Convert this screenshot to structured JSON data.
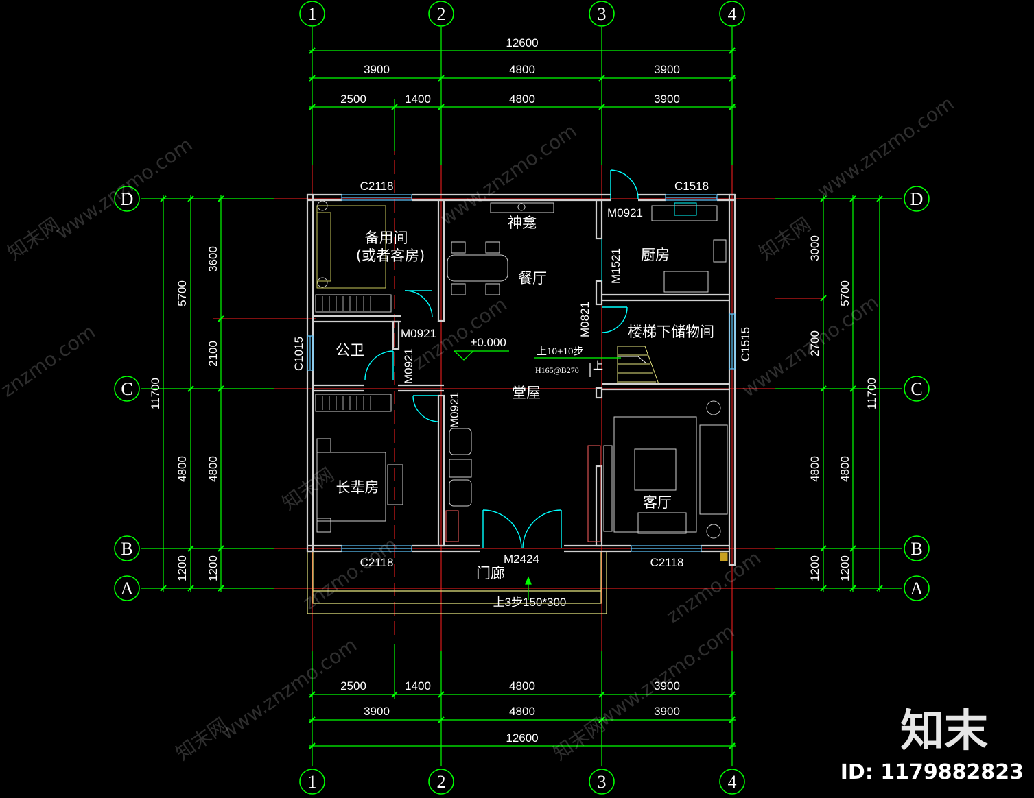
{
  "grid": {
    "columns": [
      "1",
      "2",
      "3",
      "4"
    ],
    "rows": [
      "D",
      "C",
      "B",
      "A"
    ]
  },
  "dimensions": {
    "top_total": "12600",
    "top_mid": [
      "3900",
      "4800",
      "3900"
    ],
    "top_detail": [
      "2500",
      "1400",
      "4800",
      "3900"
    ],
    "bottom_detail": [
      "2500",
      "1400",
      "4800",
      "3900"
    ],
    "bottom_mid": [
      "3900",
      "4800",
      "3900"
    ],
    "bottom_total": "12600",
    "left_outer": [
      "5700",
      "11700",
      "4800",
      "1200"
    ],
    "left_inner": [
      "3600",
      "2100",
      "4800",
      "1200"
    ],
    "right_inner": [
      "3000",
      "2700",
      "4800",
      "1200"
    ],
    "right_outer": [
      "5700",
      "11700",
      "4800",
      "1200"
    ]
  },
  "openings": {
    "c2118_top": "C2118",
    "c1518": "C1518",
    "m0921_kitchen": "M0921",
    "m1521": "M1521",
    "m0821": "M0821",
    "m0921_hall": "M0921",
    "m0921_wc": "M0921",
    "m0921_elder": "M0921",
    "c1015": "C1015",
    "c1515": "C1515",
    "c2118_bl": "C2118",
    "m2424": "M2424",
    "c2118_br": "C2118"
  },
  "rooms": {
    "spare_1": "备用间",
    "spare_2": "(或者客房)",
    "shrine": "神龛",
    "dining": "餐厅",
    "kitchen": "厨房",
    "stair_storage": "楼梯下储物间",
    "wc": "公卫",
    "hall": "堂屋",
    "elder": "长辈房",
    "living": "客厅",
    "porch": "门廊"
  },
  "annotations": {
    "elevation": "±0.000",
    "stair_steps": "上10+10步",
    "stair_size": "H165@B270",
    "stair_up": "上",
    "porch_steps": "上3步150*300"
  },
  "watermark": {
    "site": "znzmo.com",
    "site_long": "www.znzmo.com",
    "cn": "知末网",
    "brand": "知末",
    "id": "ID: 1179882823"
  },
  "colors": {
    "background": "#000000",
    "dimension": "#00ff00",
    "axis": "#ff0000",
    "wall": "#c8c8c8",
    "window": "#5fc8ff",
    "door": "#00ffff",
    "porch": "#e6e680"
  }
}
